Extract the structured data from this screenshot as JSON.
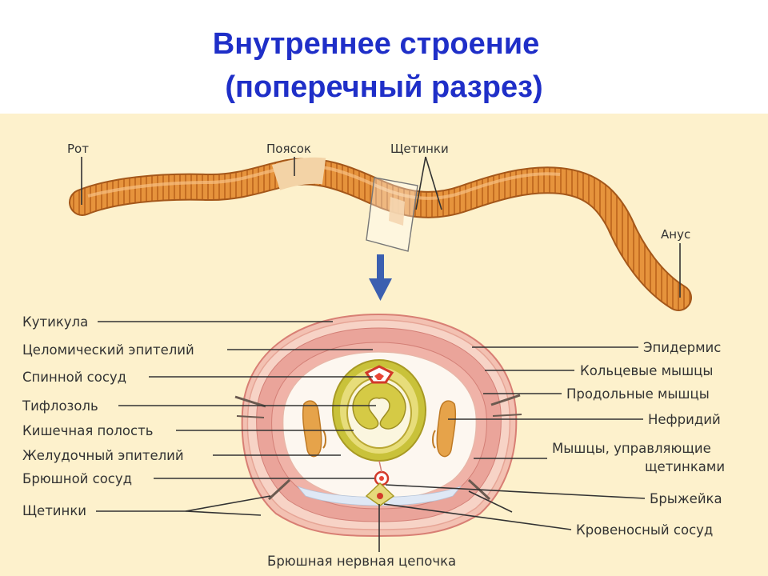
{
  "title": {
    "line1": "Внутреннее строение",
    "line2": "(поперечный разрез)"
  },
  "worm_labels": {
    "mouth": "Рот",
    "clitellum": "Поясок",
    "setae": "Щетинки",
    "anus": "Анус"
  },
  "left_labels": [
    "Кутикула",
    "Целомический эпителий",
    "Спинной сосуд",
    "Тифлозоль",
    "Кишечная полость",
    "Желудочный эпителий",
    "Брюшной сосуд",
    "Щетинки"
  ],
  "right_labels": [
    "Эпидермис",
    "Кольцевые мышцы",
    "Продольные мышцы",
    "Нефридий",
    "Мышцы, управляющие",
    "щетинками",
    "Брыжейка",
    "Кровеносный сосуд"
  ],
  "bottom_label": "Брюшная нервная цепочка",
  "colors": {
    "title": "#1f2fc8",
    "background": "#fdf1cc",
    "worm": "#e6933c",
    "arrow": "#3b5fb0",
    "muscle": "#e89a92",
    "gut": "#c9c23a"
  },
  "icons": {
    "arrow": "arrow-down-icon"
  }
}
